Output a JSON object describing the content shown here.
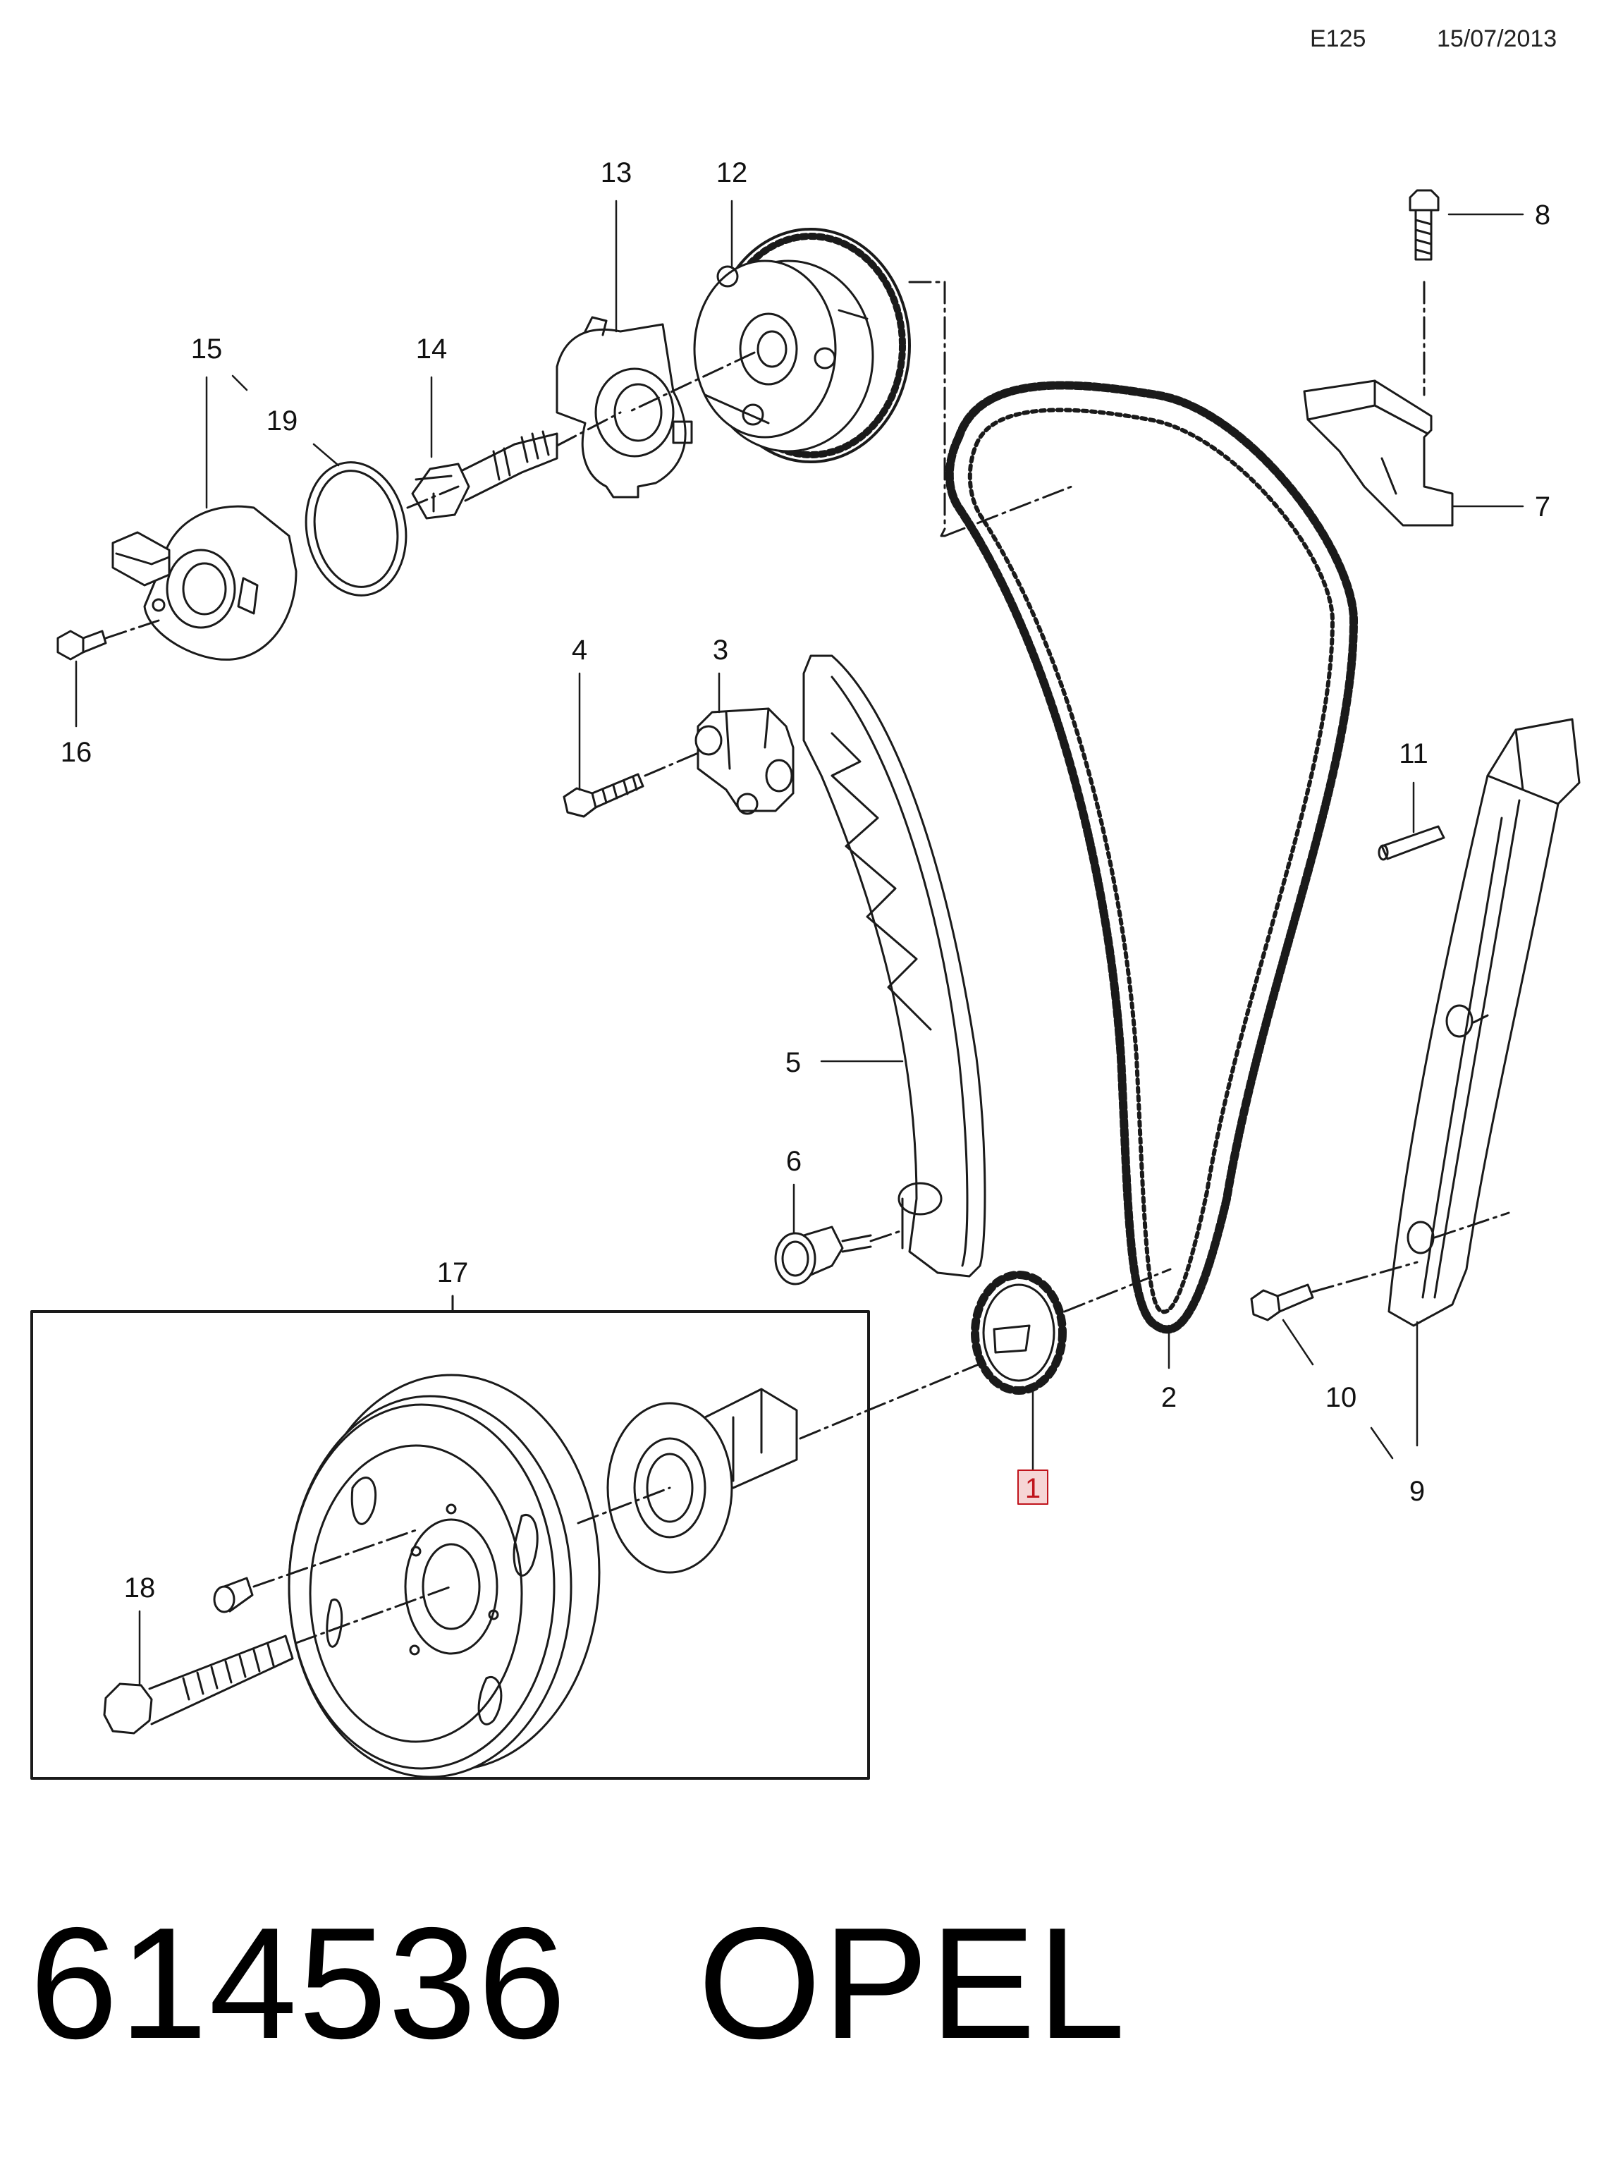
{
  "header": {
    "code": "E125",
    "date": "15/07/2013"
  },
  "callouts": {
    "c1": "1",
    "c2": "2",
    "c3": "3",
    "c4": "4",
    "c5": "5",
    "c6": "6",
    "c7": "7",
    "c8": "8",
    "c9": "9",
    "c10": "10",
    "c11": "11",
    "c12": "12",
    "c13": "13",
    "c14": "14",
    "c15": "15",
    "c16": "16",
    "c17": "17",
    "c18": "18",
    "c19": "19"
  },
  "highlighted_part": "1",
  "colors": {
    "line": "#1a1a1a",
    "highlight_fill": "#f6d5d5",
    "highlight_stroke": "#c0141c"
  },
  "footer": {
    "part_number": "614536",
    "brand": "OPEL"
  }
}
